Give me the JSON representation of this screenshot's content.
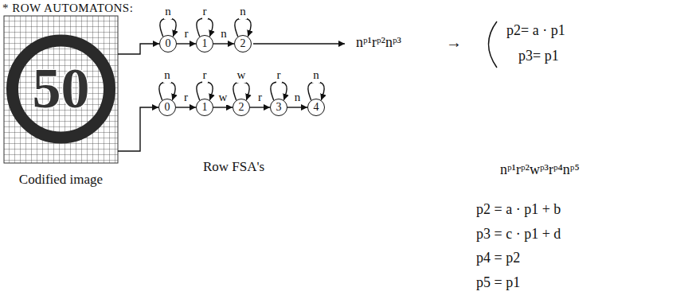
{
  "diagram": {
    "title": "* ROW AUTOMATONS:",
    "nodes": [
      {
        "text": [
          "50",
          "Codified image"
        ]
      },
      {
        "text": [
          "0"
        ]
      },
      {
        "text": [
          "1"
        ]
      },
      {
        "text": [
          "2"
        ]
      },
      {
        "text": [
          "0"
        ]
      },
      {
        "text": [
          "1"
        ]
      },
      {
        "text": [
          "2"
        ]
      },
      {
        "text": [
          "3"
        ]
      },
      {
        "text": [
          "4"
        ]
      }
    ],
    "edges": [
      {
        "from": 0,
        "to": 1,
        "arrow": "to"
      },
      {
        "from": 0,
        "to": 4,
        "arrow": "to"
      },
      {
        "from": 1,
        "to": 1,
        "label": "n",
        "arrow": "to"
      },
      {
        "from": 1,
        "to": 2,
        "label": "r",
        "arrow": "to"
      },
      {
        "from": 2,
        "to": 2,
        "label": "r",
        "arrow": "to"
      },
      {
        "from": 2,
        "to": 3,
        "label": "n",
        "arrow": "to"
      },
      {
        "from": 3,
        "to": 3,
        "label": "n",
        "arrow": "to"
      },
      {
        "from": 4,
        "to": 4,
        "label": "n",
        "arrow": "to"
      },
      {
        "from": 4,
        "to": 5,
        "label": "r",
        "arrow": "to"
      },
      {
        "from": 5,
        "to": 5,
        "label": "r",
        "arrow": "to"
      },
      {
        "from": 5,
        "to": 6,
        "label": "w",
        "arrow": "to"
      },
      {
        "from": 6,
        "to": 6,
        "label": "w",
        "arrow": "to"
      },
      {
        "from": 6,
        "to": 7,
        "label": "r",
        "arrow": "to"
      },
      {
        "from": 7,
        "to": 7,
        "label": "r",
        "arrow": "to"
      },
      {
        "from": 7,
        "to": 8,
        "label": "n",
        "arrow": "to"
      },
      {
        "from": 8,
        "to": 8,
        "label": "n",
        "arrow": "to"
      }
    ],
    "labels": [
      "nᵖ¹rᵖ²nᵖ³",
      "→",
      "p2= a · p1",
      "p3= p1",
      "Row FSA's",
      "nᵖ¹rᵖ²wᵖ³rᵖ⁴nᵖ⁵",
      "p2 = a · p1 + b",
      "p3 = c · p1 + d",
      "p4 = p2",
      "p5 = p1"
    ]
  }
}
